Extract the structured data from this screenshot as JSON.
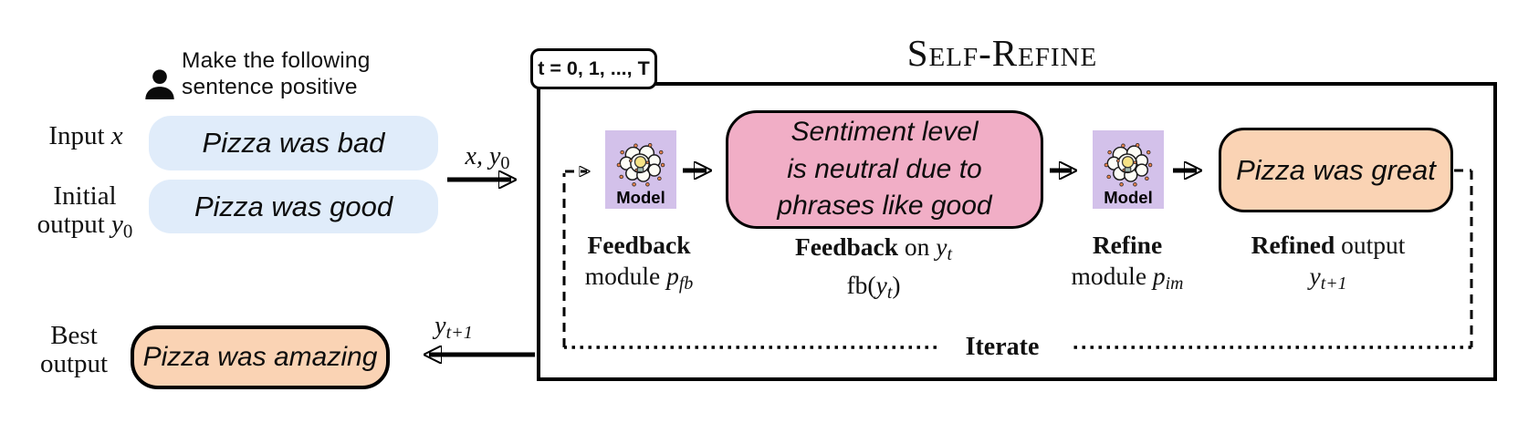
{
  "instruction": {
    "line1": "Make the following",
    "line2": "sentence positive"
  },
  "io": {
    "input_label": {
      "text": "Input ",
      "var": "x"
    },
    "input_box": "Pizza was bad",
    "initial_label": {
      "line1": "Initial",
      "line2_text": "output ",
      "line2_var": "y",
      "line2_sub": "0"
    },
    "initial_box": "Pizza was good",
    "best_label": {
      "line1": "Best",
      "line2": "output"
    },
    "best_box": "Pizza was amazing"
  },
  "edges": {
    "in_label": {
      "var": "x, y",
      "sub": "0"
    },
    "out_label": {
      "var": "y",
      "sub": "t+1"
    },
    "iterate": "Iterate"
  },
  "refine_loop": {
    "title": "Self-Refine",
    "badge": "t = 0, 1, ..., T",
    "model_label": "Model",
    "feedback_text": {
      "line1": "Sentiment level",
      "line2": "is neutral due to",
      "line3": "phrases like good"
    },
    "refined_text": "Pizza was great",
    "captions": {
      "fb_module": {
        "bold": "Feedback",
        "line2_text": "module ",
        "line2_var": "p",
        "line2_sub": "fb"
      },
      "fb_on": {
        "bold": "Feedback",
        "text": " on ",
        "var": "y",
        "sub": "t",
        "line2_pre": "fb(",
        "line2_var": "y",
        "line2_sub": "t",
        "line2_post": ")"
      },
      "refine_module": {
        "bold": "Refine",
        "line2_text": "module ",
        "line2_var": "p",
        "line2_sub": "im"
      },
      "refined_output": {
        "bold": "Refined",
        "text": " output",
        "line2_var": "y",
        "line2_sub": "t+1"
      }
    }
  },
  "colors": {
    "blue": "#e0ecfa",
    "pink": "#f1aec6",
    "orange": "#fad3b4",
    "purple": "#d3c1ea",
    "ink": "#111111"
  }
}
